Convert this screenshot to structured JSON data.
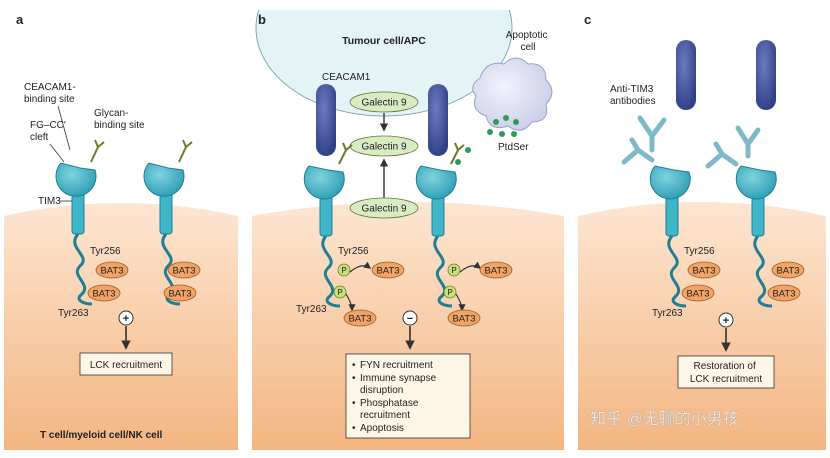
{
  "panels": {
    "a": {
      "letter": "a",
      "labels": {
        "ceacam1_line1": "CEACAM1-",
        "ceacam1_line2": "binding site",
        "fgcc_line1": "FG–CC′",
        "fgcc_line2": "cleft",
        "glycan_line1": "Glycan-",
        "glycan_line2": "binding site",
        "tim3": "TIM3",
        "tyr256": "Tyr256",
        "tyr263": "Tyr263",
        "bat3": "BAT3",
        "sign": "+",
        "box": "LCK recruitment",
        "cell": "T cell/myeloid cell/NK cell"
      }
    },
    "b": {
      "letter": "b",
      "labels": {
        "tumour": "Tumour cell/APC",
        "apoptotic_line1": "Apoptotic",
        "apoptotic_line2": "cell",
        "ceacam1": "CEACAM1",
        "galectin": "Galectin 9",
        "ptdser": "PtdSer",
        "tyr256": "Tyr256",
        "tyr263": "Tyr263",
        "p": "P",
        "bat3": "BAT3",
        "sign": "−",
        "bullets": [
          "FYN recruitment",
          "Immune synapse",
          "disruption",
          "Phosphatase",
          "recruitment",
          "Apoptosis"
        ]
      }
    },
    "c": {
      "letter": "c",
      "labels": {
        "antibody_line1": "Anti-TIM3",
        "antibody_line2": "antibodies",
        "tyr256": "Tyr256",
        "tyr263": "Tyr263",
        "bat3": "BAT3",
        "sign": "+",
        "box_line1": "Restoration of",
        "box_line2": "LCK recruitment"
      }
    }
  },
  "watermark": "知乎 @无聊的小男孩",
  "colors": {
    "cell_top": "#fde6d2",
    "cell_bottom": "#f3b581",
    "tim3": "#3fb5c8",
    "tim3_dark": "#1e7f94",
    "ceacam1": "#3d4f95",
    "galectin": "#d8ebc2",
    "bat3": "#f0a468",
    "p_circle": "#c8e07a",
    "tumour": "#e4f3f6",
    "box_fill": "#fdf6e6"
  }
}
